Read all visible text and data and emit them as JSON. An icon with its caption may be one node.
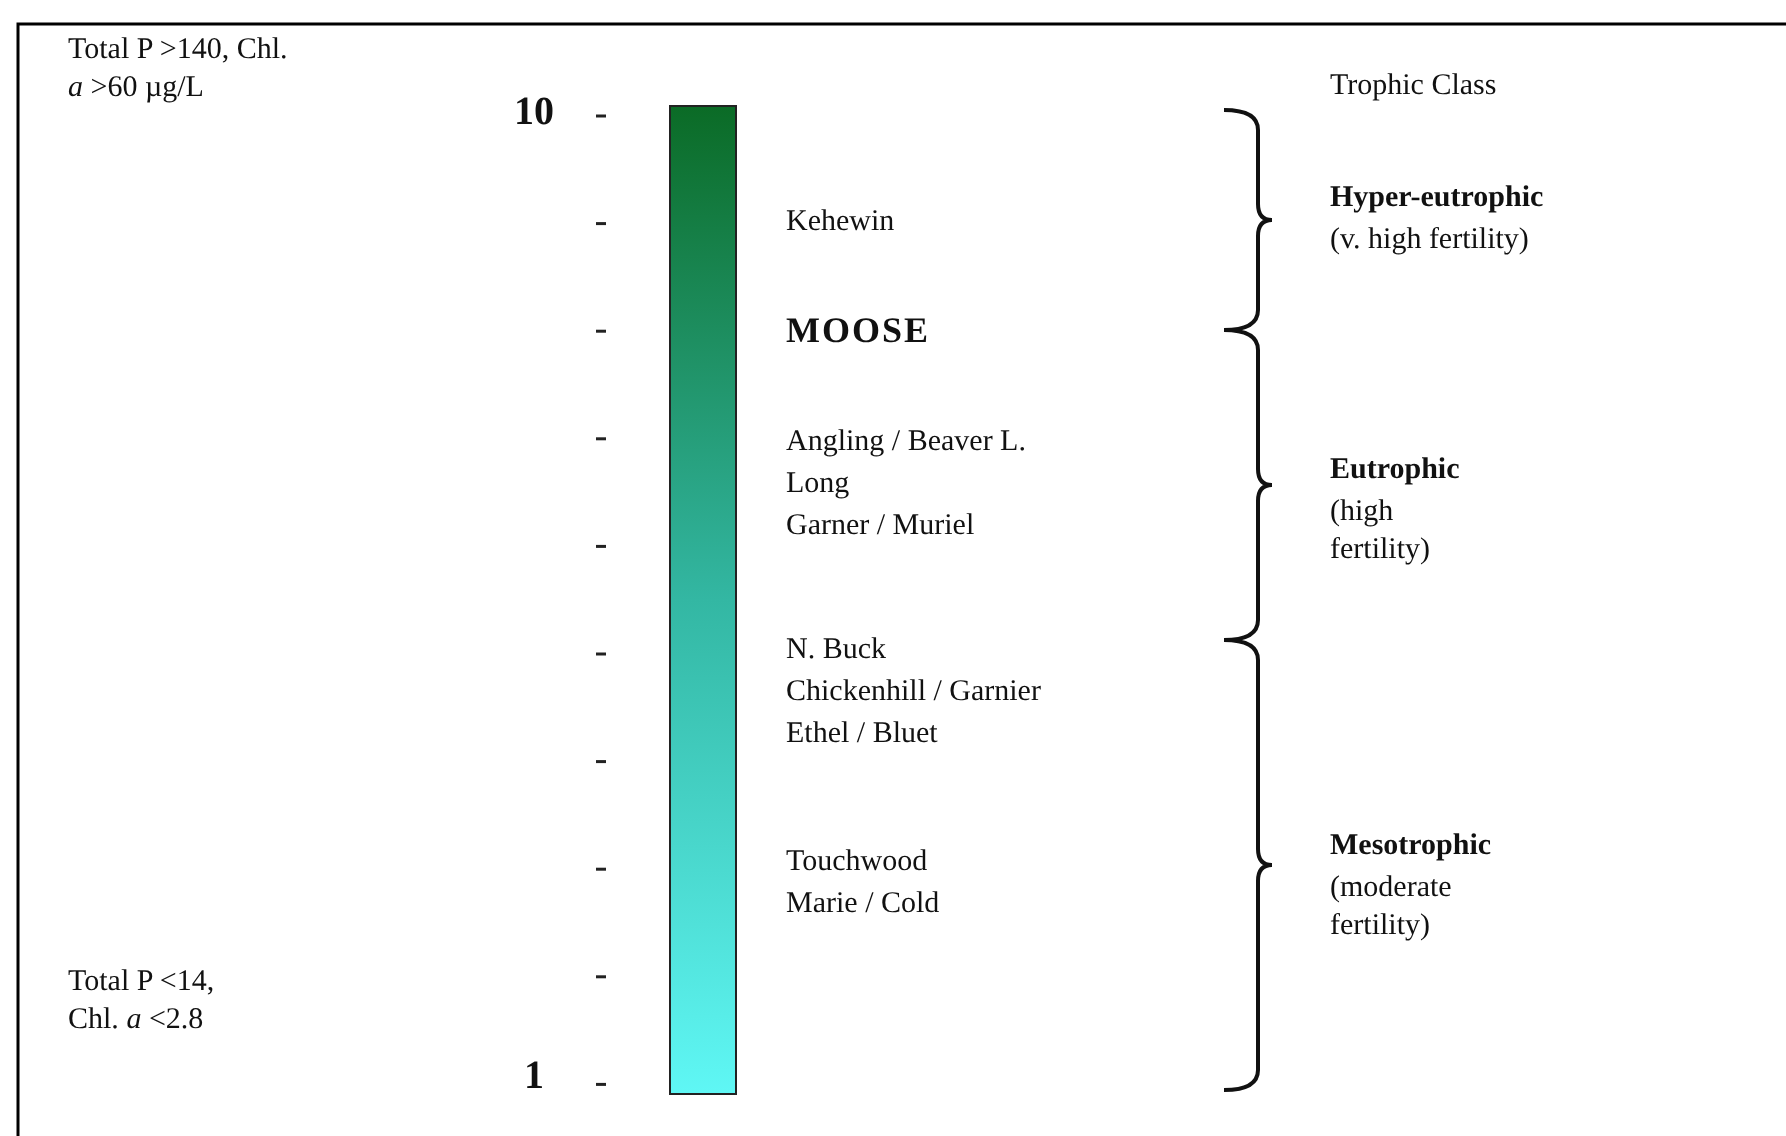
{
  "diagram": {
    "title": "Trophic Class",
    "nodes": [
      {
        "text": [],
        "shape": "bar"
      }
    ],
    "labels": [
      "Total P >140, Chl. *a* >60 µg/L",
      "10",
      "Kehewin",
      "Hyper-eutrophic",
      "(v. high fertility)",
      "MOOSE",
      "Angling / Beaver L.",
      "Long",
      "Garner / Muriel",
      "Eutrophic",
      "(high fertility)",
      "N. Buck",
      "Chickenhill / Garnier",
      "Ethel / Bluet",
      "Mesotrophic",
      "(moderate fertility)",
      "Touchwood",
      "Marie / Cold",
      "Total P <14, Chl. *a* <2.8",
      "1"
    ]
  }
}
